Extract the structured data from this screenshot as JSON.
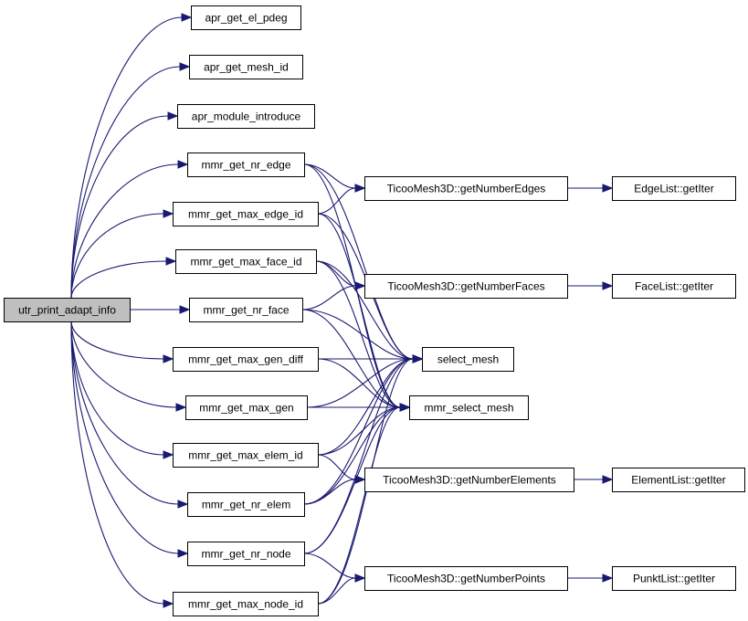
{
  "colors": {
    "edge": "#191970",
    "root_fill": "#bfbfbf",
    "node_fill": "#ffffff",
    "border": "#000000"
  },
  "nodes": {
    "root": "utr_print_adapt_info",
    "apr_get_el_pdeg": "apr_get_el_pdeg",
    "apr_get_mesh_id": "apr_get_mesh_id",
    "apr_module_introduce": "apr_module_introduce",
    "mmr_get_nr_edge": "mmr_get_nr_edge",
    "mmr_get_max_edge_id": "mmr_get_max_edge_id",
    "mmr_get_max_face_id": "mmr_get_max_face_id",
    "mmr_get_nr_face": "mmr_get_nr_face",
    "mmr_get_max_gen_diff": "mmr_get_max_gen_diff",
    "mmr_get_max_gen": "mmr_get_max_gen",
    "mmr_get_max_elem_id": "mmr_get_max_elem_id",
    "mmr_get_nr_elem": "mmr_get_nr_elem",
    "mmr_get_nr_node": "mmr_get_nr_node",
    "mmr_get_max_node_id": "mmr_get_max_node_id",
    "tm_edges": "TicooMesh3D::getNumberEdges",
    "tm_faces": "TicooMesh3D::getNumberFaces",
    "select_mesh": "select_mesh",
    "mmr_select_mesh": "mmr_select_mesh",
    "tm_elements": "TicooMesh3D::getNumberElements",
    "tm_points": "TicooMesh3D::getNumberPoints",
    "edge_iter": "EdgeList::getIter",
    "face_iter": "FaceList::getIter",
    "element_iter": "ElementList::getIter",
    "punkt_iter": "PunktList::getIter"
  }
}
